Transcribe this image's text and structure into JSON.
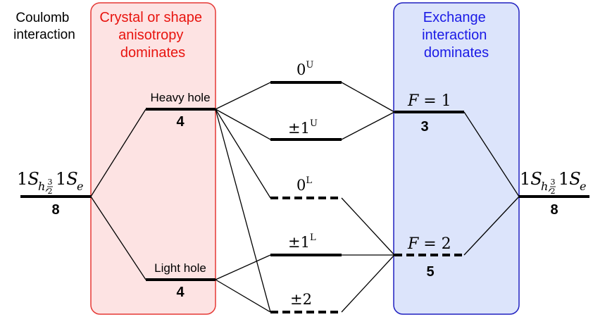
{
  "header": {
    "coulomb": [
      "Coulomb",
      "interaction"
    ],
    "anisotropy": [
      "Crystal or shape",
      "anisotropy",
      "dominates"
    ],
    "exchange": [
      "Exchange",
      "interaction",
      "dominates"
    ]
  },
  "colors": {
    "anisotropy_fill": "#fde3e3",
    "anisotropy_stroke": "#e53935",
    "anisotropy_text": "#e8140f",
    "exchange_fill": "#dce4fb",
    "exchange_stroke": "#2020c0",
    "exchange_text": "#1a1ae6"
  },
  "levels": {
    "left_state": {
      "label": "1S_{h,3/2} 1S_e",
      "degeneracy": "8"
    },
    "right_state": {
      "label": "1S_{h,3/2} 1S_e",
      "degeneracy": "8"
    },
    "heavy_hole": {
      "label": "Heavy hole",
      "degeneracy": "4"
    },
    "light_hole": {
      "label": "Light hole",
      "degeneracy": "4"
    },
    "zero_upper": {
      "base": "0",
      "sup": "U"
    },
    "pm_one_upper": {
      "base": "±1",
      "sup": "U"
    },
    "zero_lower": {
      "base": "0",
      "sup": "L"
    },
    "pm_one_lower": {
      "base": "±1",
      "sup": "L"
    },
    "pm_two": {
      "base": "±2"
    },
    "f_one": {
      "var": "F",
      "eq": " = 1",
      "degeneracy": "3"
    },
    "f_two": {
      "var": "F",
      "eq": " = 2",
      "degeneracy": "5"
    }
  }
}
